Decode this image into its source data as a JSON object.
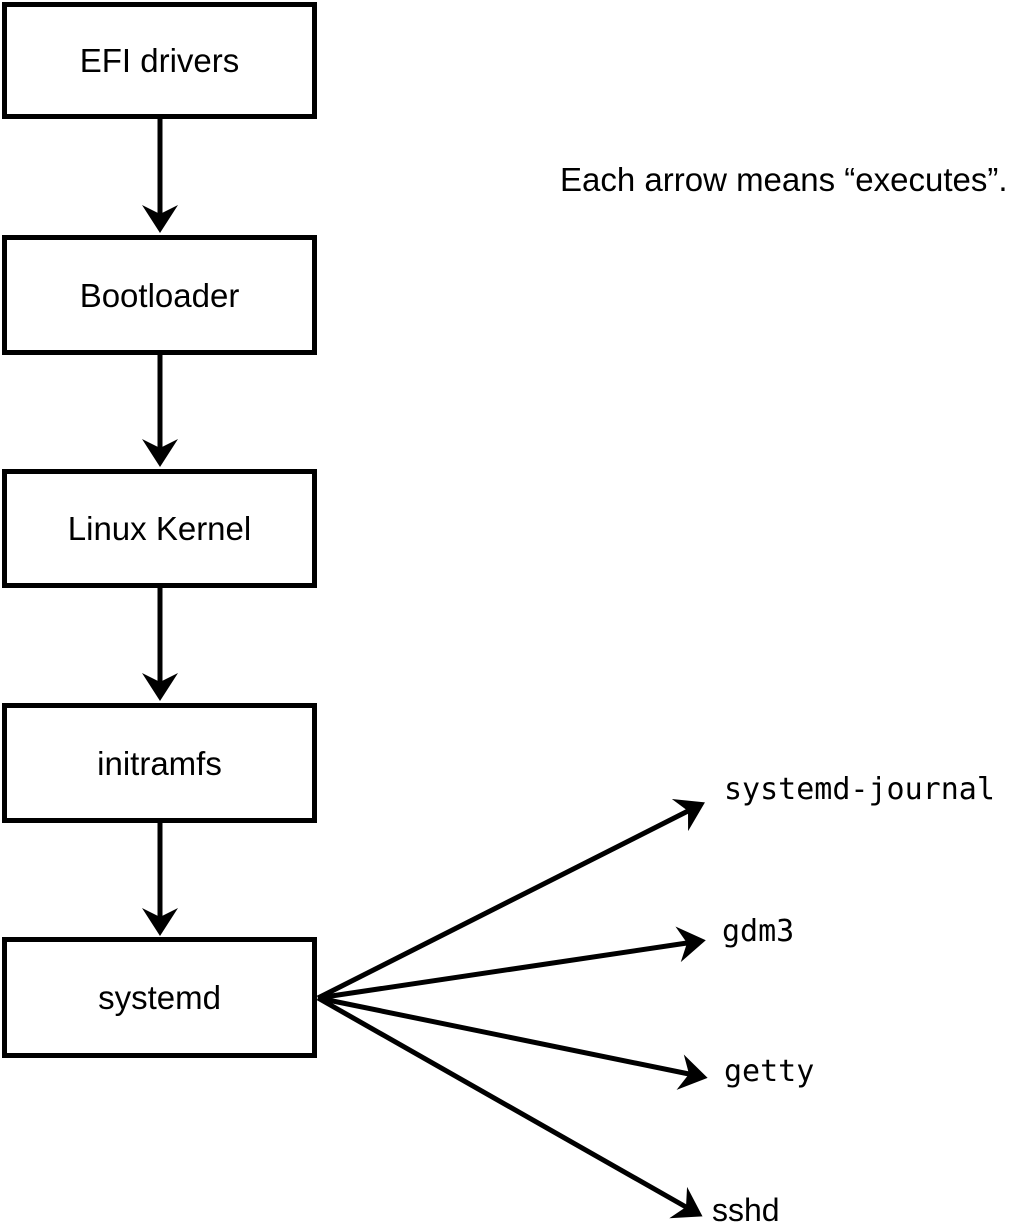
{
  "diagram": {
    "note": "Each arrow means “executes”.",
    "arrow_meaning": "executes",
    "chain": [
      {
        "label": "EFI drivers"
      },
      {
        "label": "Bootloader"
      },
      {
        "label": "Linux Kernel"
      },
      {
        "label": "initramfs"
      },
      {
        "label": "systemd"
      }
    ],
    "leaves": [
      {
        "label": "systemd-journal"
      },
      {
        "label": "gdm3"
      },
      {
        "label": "getty"
      },
      {
        "label": "sshd"
      }
    ],
    "colors": {
      "background": "#ffffff",
      "box_fill": "#ffffff",
      "box_border": "#000000",
      "line": "#000000",
      "text": "#000000"
    }
  }
}
